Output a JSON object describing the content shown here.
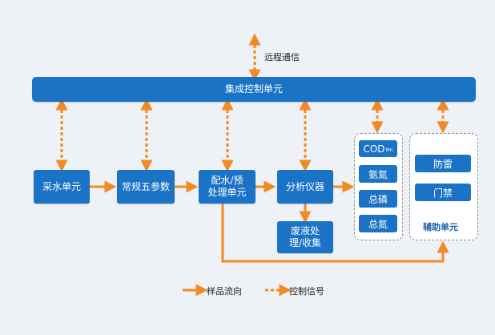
{
  "nodes": {
    "remote_comm": "远程通信",
    "integrated_control": "集成控制单元",
    "sampling": "采水单元",
    "five_params": "常规五参数",
    "pretreatment": "配水/预\n处理单元",
    "analyzer": "分析仪器",
    "waste": "废液处\n理/收集",
    "aux": "辅助单元"
  },
  "analyzer_items": {
    "cod_main": "COD",
    "cod_sub": "Mn",
    "items": [
      "氨氮",
      "总磷",
      "总氮"
    ]
  },
  "aux_items": [
    "防雷",
    "门禁"
  ],
  "legend": {
    "sample_flow": "样品流向",
    "control_signal": "控制信号"
  },
  "colors": {
    "box": "#1a73c5",
    "arrow": "#f28a24",
    "background": "#eef1f6"
  }
}
